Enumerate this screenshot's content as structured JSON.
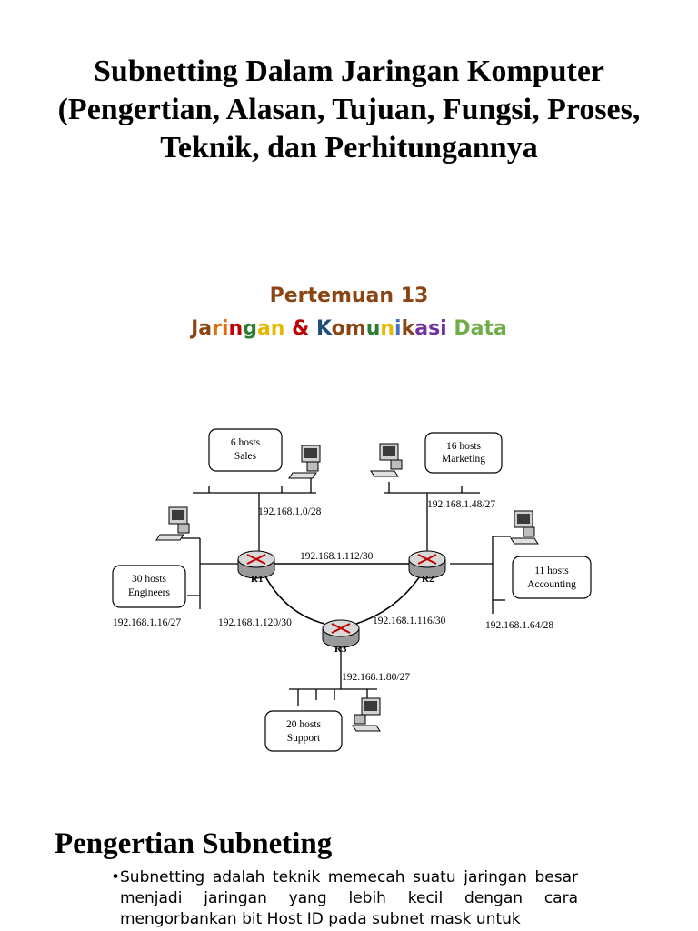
{
  "title": {
    "line1": "Subnetting Dalam Jaringan Komputer",
    "line2": "(Pengertian, Alasan, Tujuan, Fungsi, Proses,",
    "line3": "Teknik, dan Perhitungannya"
  },
  "subtitle": {
    "meeting": "Pertemuan 13",
    "course_parts": [
      {
        "text": "Ja",
        "color": "#8b4513"
      },
      {
        "text": "ri",
        "color": "#e46c0a"
      },
      {
        "text": "n",
        "color": "#c00000"
      },
      {
        "text": "g",
        "color": "#2e7d32"
      },
      {
        "text": "an",
        "color": "#e6b800"
      },
      {
        "text": " & ",
        "color": "#c00000"
      },
      {
        "text": "K",
        "color": "#1f4e79"
      },
      {
        "text": "om",
        "color": "#8b4513"
      },
      {
        "text": "u",
        "color": "#2e7d32"
      },
      {
        "text": "n",
        "color": "#e6b800"
      },
      {
        "text": "i",
        "color": "#4472c4"
      },
      {
        "text": "k",
        "color": "#8b4513"
      },
      {
        "text": "asi",
        "color": "#7030a0"
      },
      {
        "text": " ",
        "color": "#000000"
      },
      {
        "text": "Data",
        "color": "#70ad47"
      }
    ]
  },
  "diagram": {
    "hosts": {
      "sales": {
        "count": "6 hosts",
        "name": "Sales"
      },
      "marketing": {
        "count": "16 hosts",
        "name": "Marketing"
      },
      "engineers": {
        "count": "30 hosts",
        "name": "Engineers"
      },
      "accounting": {
        "count": "11 hosts",
        "name": "Accounting"
      },
      "support": {
        "count": "20 hosts",
        "name": "Support"
      }
    },
    "routers": {
      "r1": "R1",
      "r2": "R2",
      "r3": "R3"
    },
    "subnets": {
      "sales": "192.168.1.0/28",
      "marketing": "192.168.1.48/27",
      "r1_r2": "192.168.1.112/30",
      "engineers": "192.168.1.16/27",
      "r1_r3": "192.168.1.120/30",
      "r2_r3": "192.168.1.116/30",
      "accounting": "192.168.1.64/28",
      "support": "192.168.1.80/27"
    }
  },
  "section": {
    "title": "Pengertian Subneting",
    "bullet": "Subnetting adalah teknik memecah suatu jaringan besar menjadi jaringan yang lebih kecil dengan cara mengorbankan bit Host ID pada subnet mask untuk"
  }
}
